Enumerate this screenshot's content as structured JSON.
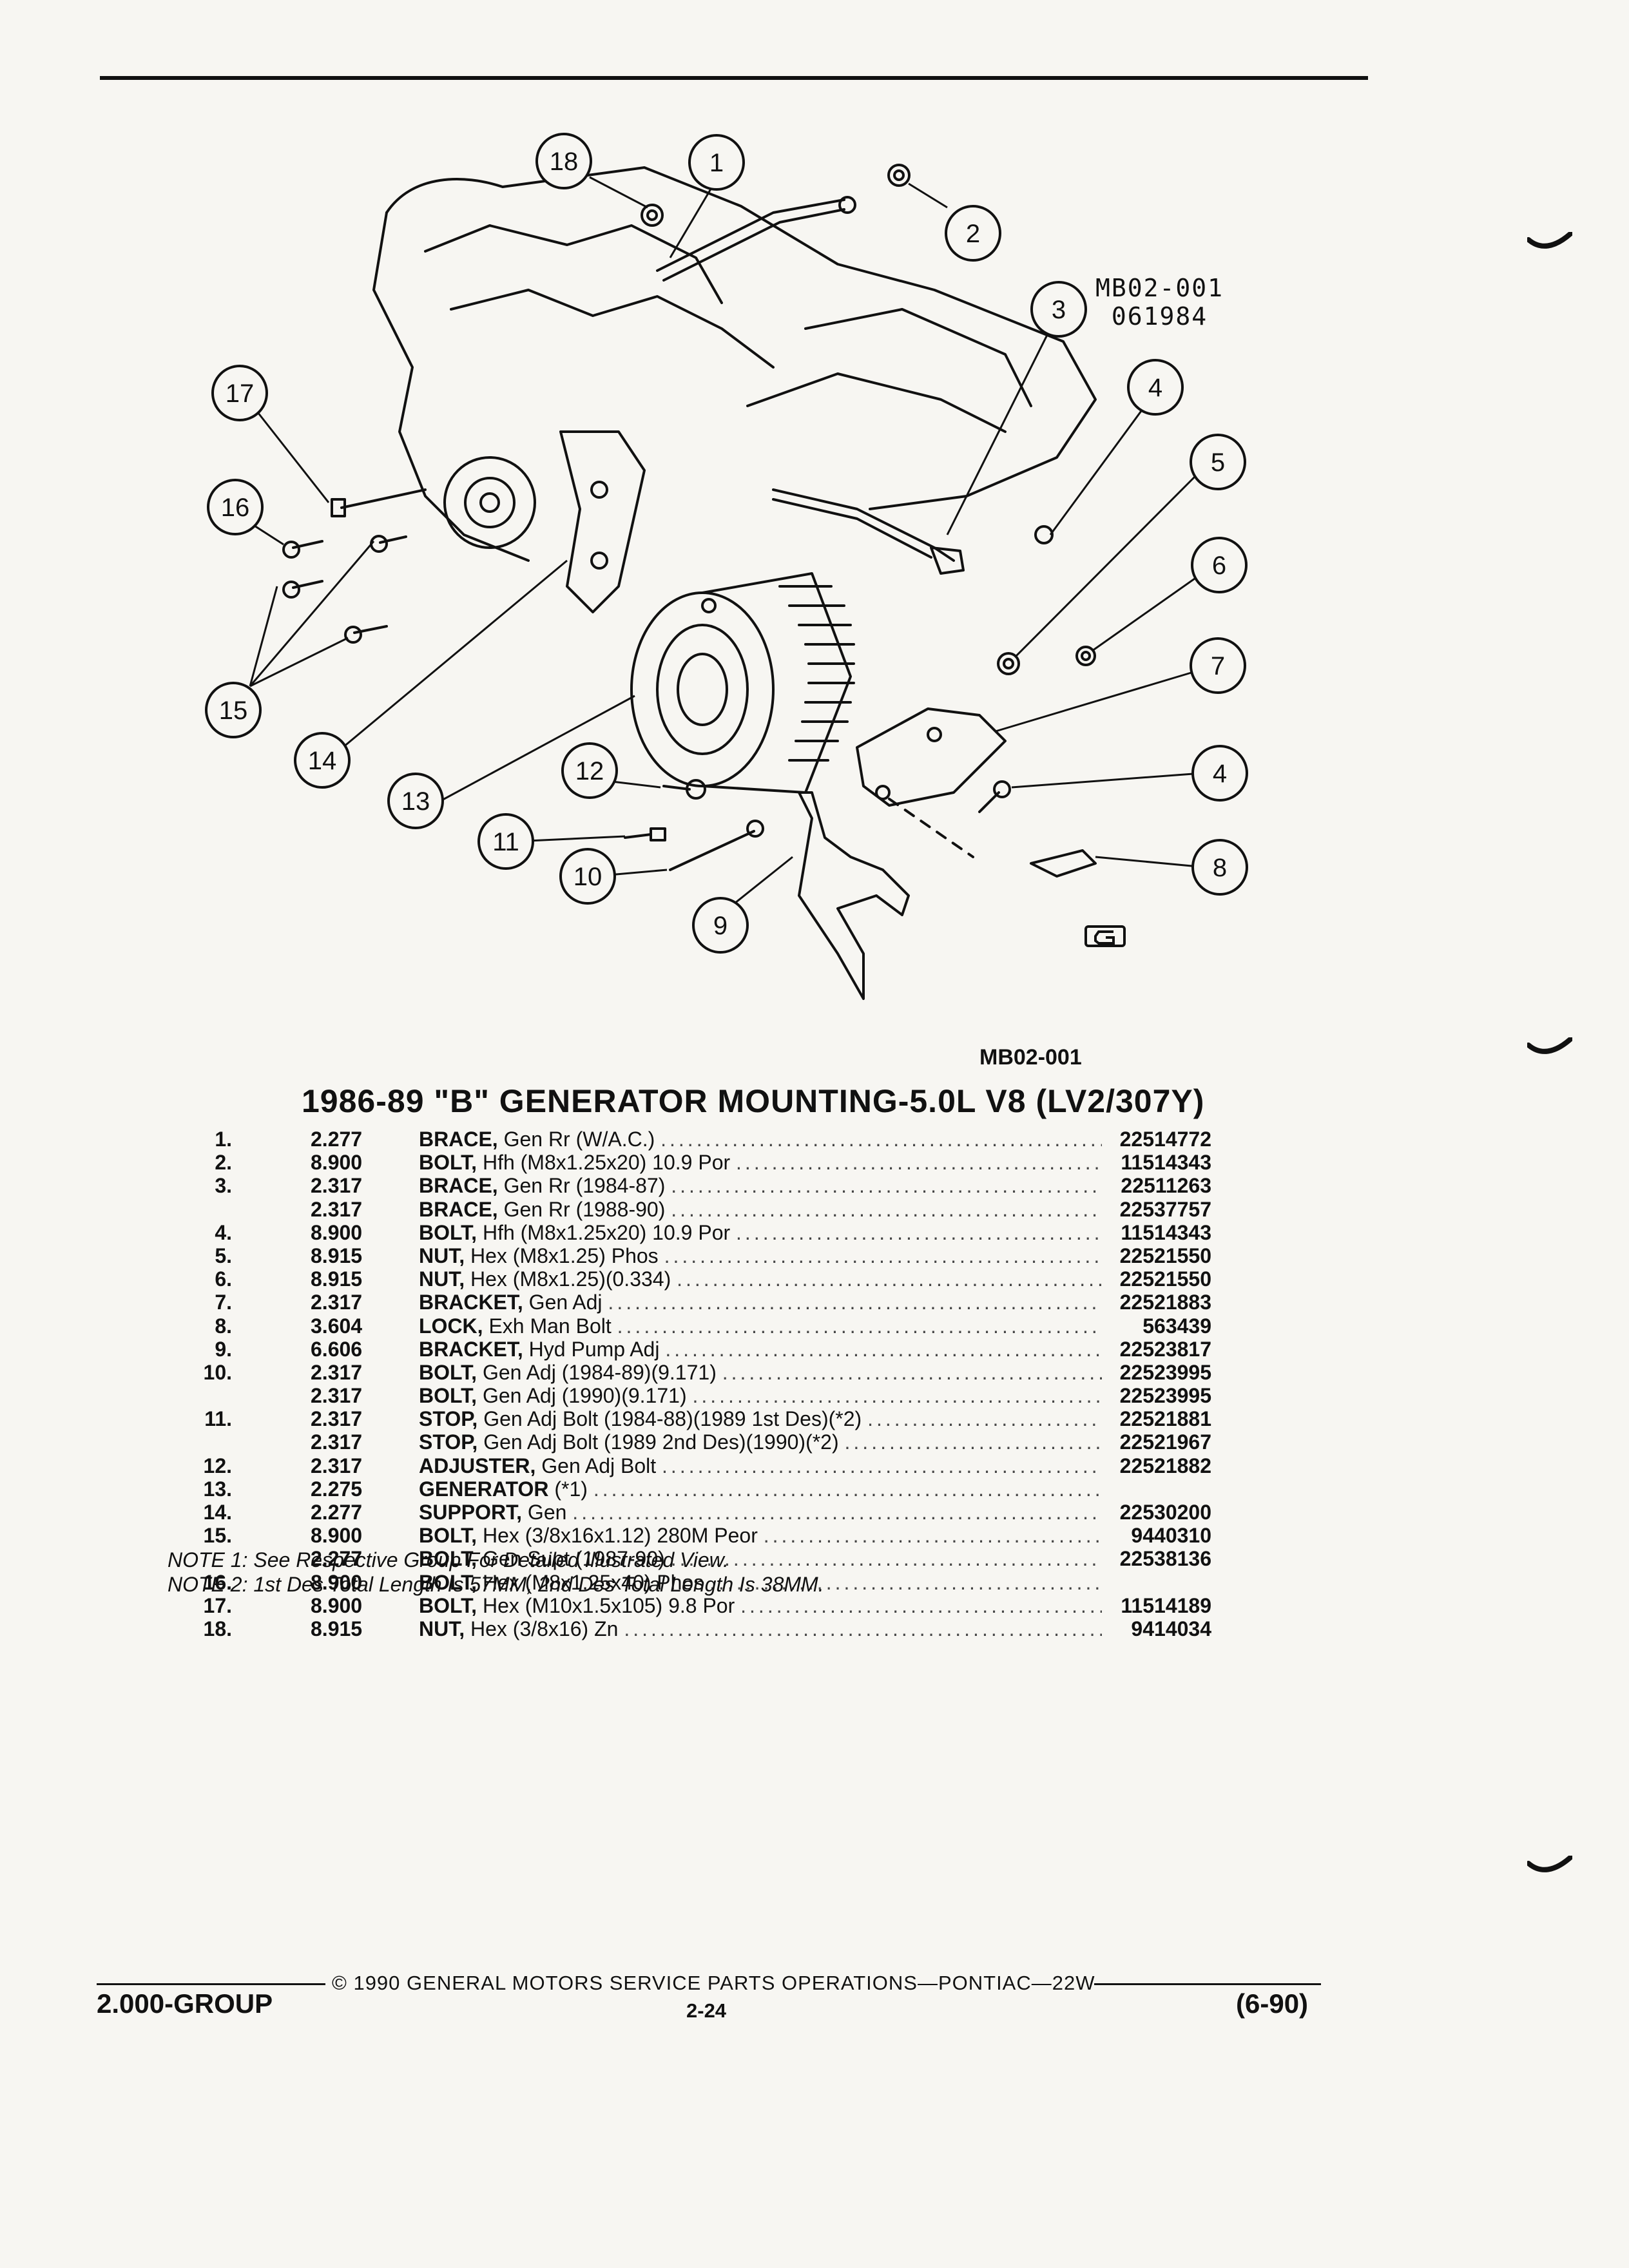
{
  "figure": {
    "id_line1": "MB02-001",
    "id_line2": "061984",
    "caption": "MB02-001",
    "callouts": [
      "18",
      "1",
      "2",
      "3",
      "4",
      "5",
      "6",
      "17",
      "16",
      "15",
      "14",
      "13",
      "12",
      "11",
      "10",
      "9",
      "7",
      "4",
      "8"
    ]
  },
  "title": "1986-89 \"B\" GENERATOR MOUNTING-5.0L V8 (LV2/307Y)",
  "parts": [
    {
      "num": "1.",
      "grp": "2.277",
      "name": "BRACE,",
      "detail": "Gen Rr (W/A.C.)",
      "pn": "22514772"
    },
    {
      "num": "2.",
      "grp": "8.900",
      "name": "BOLT,",
      "detail": "Hfh (M8x1.25x20) 10.9 Por",
      "pn": "11514343"
    },
    {
      "num": "3.",
      "grp": "2.317",
      "name": "BRACE,",
      "detail": "Gen Rr (1984-87)",
      "pn": "22511263"
    },
    {
      "num": "",
      "grp": "2.317",
      "name": "BRACE,",
      "detail": "Gen Rr (1988-90)",
      "pn": "22537757"
    },
    {
      "num": "4.",
      "grp": "8.900",
      "name": "BOLT,",
      "detail": "Hfh (M8x1.25x20) 10.9 Por",
      "pn": "11514343"
    },
    {
      "num": "5.",
      "grp": "8.915",
      "name": "NUT,",
      "detail": "Hex (M8x1.25) Phos",
      "pn": "22521550"
    },
    {
      "num": "6.",
      "grp": "8.915",
      "name": "NUT,",
      "detail": "Hex (M8x1.25)(0.334)",
      "pn": "22521550"
    },
    {
      "num": "7.",
      "grp": "2.317",
      "name": "BRACKET,",
      "detail": "Gen Adj",
      "pn": "22521883"
    },
    {
      "num": "8.",
      "grp": "3.604",
      "name": "LOCK,",
      "detail": "Exh Man Bolt",
      "pn": "563439"
    },
    {
      "num": "9.",
      "grp": "6.606",
      "name": "BRACKET,",
      "detail": "Hyd Pump Adj",
      "pn": "22523817"
    },
    {
      "num": "10.",
      "grp": "2.317",
      "name": "BOLT,",
      "detail": "Gen Adj (1984-89)(9.171)",
      "pn": "22523995"
    },
    {
      "num": "",
      "grp": "2.317",
      "name": "BOLT,",
      "detail": "Gen Adj (1990)(9.171)",
      "pn": "22523995"
    },
    {
      "num": "11.",
      "grp": "2.317",
      "name": "STOP,",
      "detail": "Gen Adj Bolt (1984-88)(1989 1st Des)(*2)",
      "pn": "22521881"
    },
    {
      "num": "",
      "grp": "2.317",
      "name": "STOP,",
      "detail": "Gen Adj Bolt (1989 2nd Des)(1990)(*2)",
      "pn": "22521967"
    },
    {
      "num": "12.",
      "grp": "2.317",
      "name": "ADJUSTER,",
      "detail": "Gen Adj Bolt",
      "pn": "22521882"
    },
    {
      "num": "13.",
      "grp": "2.275",
      "name": "GENERATOR",
      "detail": "(*1)",
      "pn": ""
    },
    {
      "num": "14.",
      "grp": "2.277",
      "name": "SUPPORT,",
      "detail": "Gen",
      "pn": "22530200"
    },
    {
      "num": "15.",
      "grp": "8.900",
      "name": "BOLT,",
      "detail": "Hex (3/8x16x1.12) 280M Peor",
      "pn": "9440310"
    },
    {
      "num": "",
      "grp": "2.277",
      "name": "BOLT,",
      "detail": "Gen Supt (1987-90)",
      "pn": "22538136"
    },
    {
      "num": "16.",
      "grp": "8.900",
      "name": "BOLT,",
      "detail": "Hex (M8x1.25x40) Phos",
      "pn": ""
    },
    {
      "num": "17.",
      "grp": "8.900",
      "name": "BOLT,",
      "detail": "Hex (M10x1.5x105) 9.8 Por",
      "pn": "11514189"
    },
    {
      "num": "18.",
      "grp": "8.915",
      "name": "NUT,",
      "detail": "Hex (3/8x16) Zn",
      "pn": "9414034"
    }
  ],
  "notes": [
    "NOTE 1: See Respective Group For Detailed Illustrated View.",
    "NOTE 2: 1st Des Total Length Is 57MM, 2nd Des Total Length Is 38MM."
  ],
  "footer": {
    "copyright": "© 1990 GENERAL MOTORS SERVICE PARTS OPERATIONS—PONTIAC—22W",
    "group": "2.000-GROUP",
    "page": "2-24",
    "date": "(6-90)"
  }
}
